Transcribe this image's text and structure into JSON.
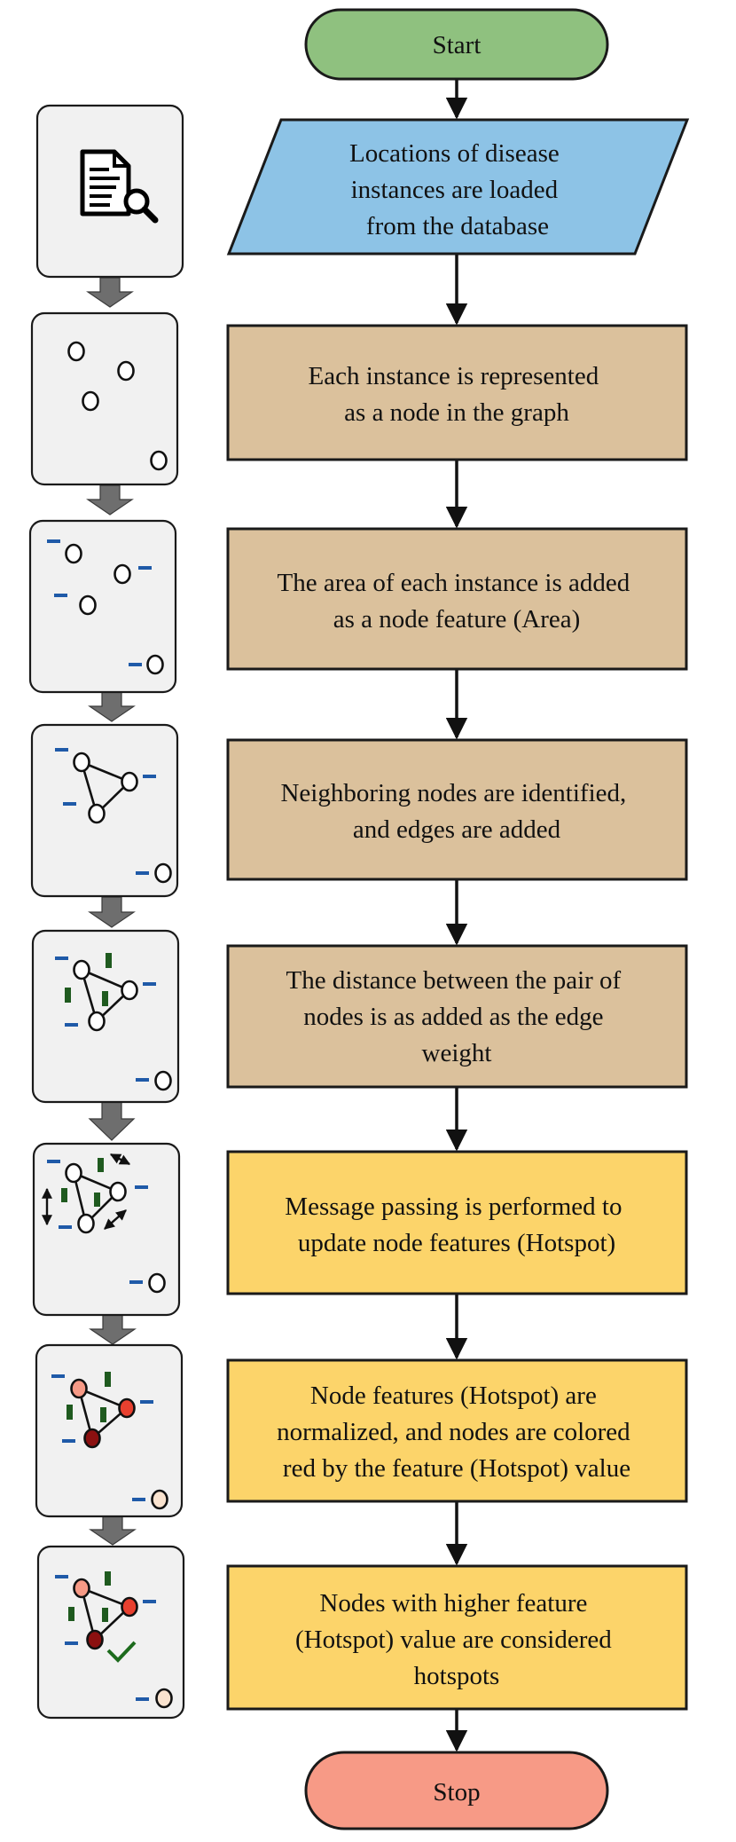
{
  "flowchart": {
    "start": "Start",
    "stop": "Stop",
    "steps": [
      {
        "type": "io",
        "color": "#8dc3e6",
        "lines": [
          "Locations of disease",
          "instances are loaded",
          "from the database"
        ]
      },
      {
        "type": "process",
        "color": "#dbc19c",
        "lines": [
          "Each instance is represented",
          "as a node in the graph"
        ]
      },
      {
        "type": "process",
        "color": "#dbc19c",
        "lines": [
          "The area of each instance is added",
          "as a node feature (Area)"
        ]
      },
      {
        "type": "process",
        "color": "#dbc19c",
        "lines": [
          "Neighboring nodes are identified,",
          "and edges are added"
        ]
      },
      {
        "type": "process",
        "color": "#dbc19c",
        "lines": [
          "The distance between the pair of",
          "nodes is as added as the edge",
          "weight"
        ]
      },
      {
        "type": "process",
        "color": "#fcd46a",
        "lines": [
          "Message passing is performed to",
          "update node features (Hotspot)"
        ]
      },
      {
        "type": "process",
        "color": "#fcd46a",
        "lines": [
          "Node features (Hotspot) are",
          "normalized, and nodes are colored",
          "red by the feature (Hotspot) value"
        ]
      },
      {
        "type": "process",
        "color": "#fcd46a",
        "lines": [
          "Nodes with higher feature",
          "(Hotspot) value are considered",
          "hotspots"
        ]
      }
    ]
  },
  "illustrations": [
    "document-search-icon",
    "scattered-nodes-icon",
    "nodes-with-area-feature-icon",
    "connected-graph-icon",
    "weighted-graph-icon",
    "message-passing-graph-icon",
    "colored-hotspot-graph-icon",
    "hotspot-selected-graph-icon"
  ],
  "colors": {
    "start": "#8fc17f",
    "stop": "#f79a86",
    "feature_dash": "#1f5aa8",
    "weight_bar": "#1f5a1f",
    "hot_light": "#f79a86",
    "hot_mid": "#e8402f",
    "hot_dark": "#8b1010",
    "node_pale": "#fae3cf",
    "check": "#1d6b1d"
  }
}
